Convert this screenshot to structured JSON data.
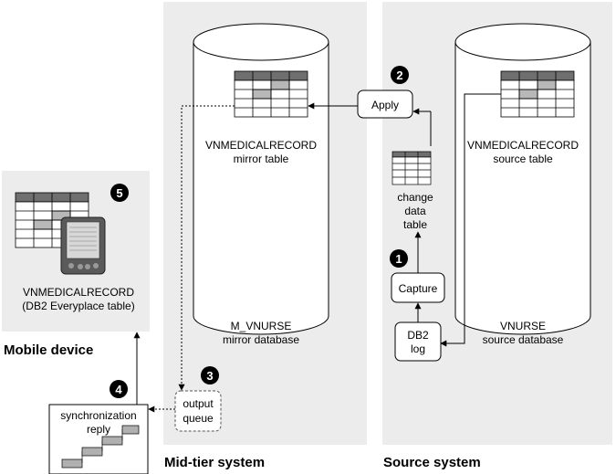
{
  "diagram": {
    "sections": {
      "mobile": "Mobile device",
      "midtier": "Mid-tier system",
      "source": "Source system"
    },
    "mirror_db": {
      "table_line1": "VNMEDICALRECORD",
      "table_line2": "mirror table",
      "db_line1": "M_VNURSE",
      "db_line2": "mirror database"
    },
    "source_db": {
      "table_line1": "VNMEDICALRECORD",
      "table_line2": "source table",
      "db_line1": "VNURSE",
      "db_line2": "source database"
    },
    "mobile": {
      "line1": "VNMEDICALRECORD",
      "line2": "(DB2 Everyplace table)"
    },
    "apply": "Apply",
    "capture": "Capture",
    "db2log": {
      "line1": "DB2",
      "line2": "log"
    },
    "cd_table": {
      "line1": "change",
      "line2": "data",
      "line3": "table"
    },
    "output_queue": {
      "line1": "output",
      "line2": "queue"
    },
    "sync_reply": {
      "line1": "synchronization",
      "line2": "reply"
    },
    "steps": [
      "1",
      "2",
      "3",
      "4",
      "5"
    ]
  }
}
